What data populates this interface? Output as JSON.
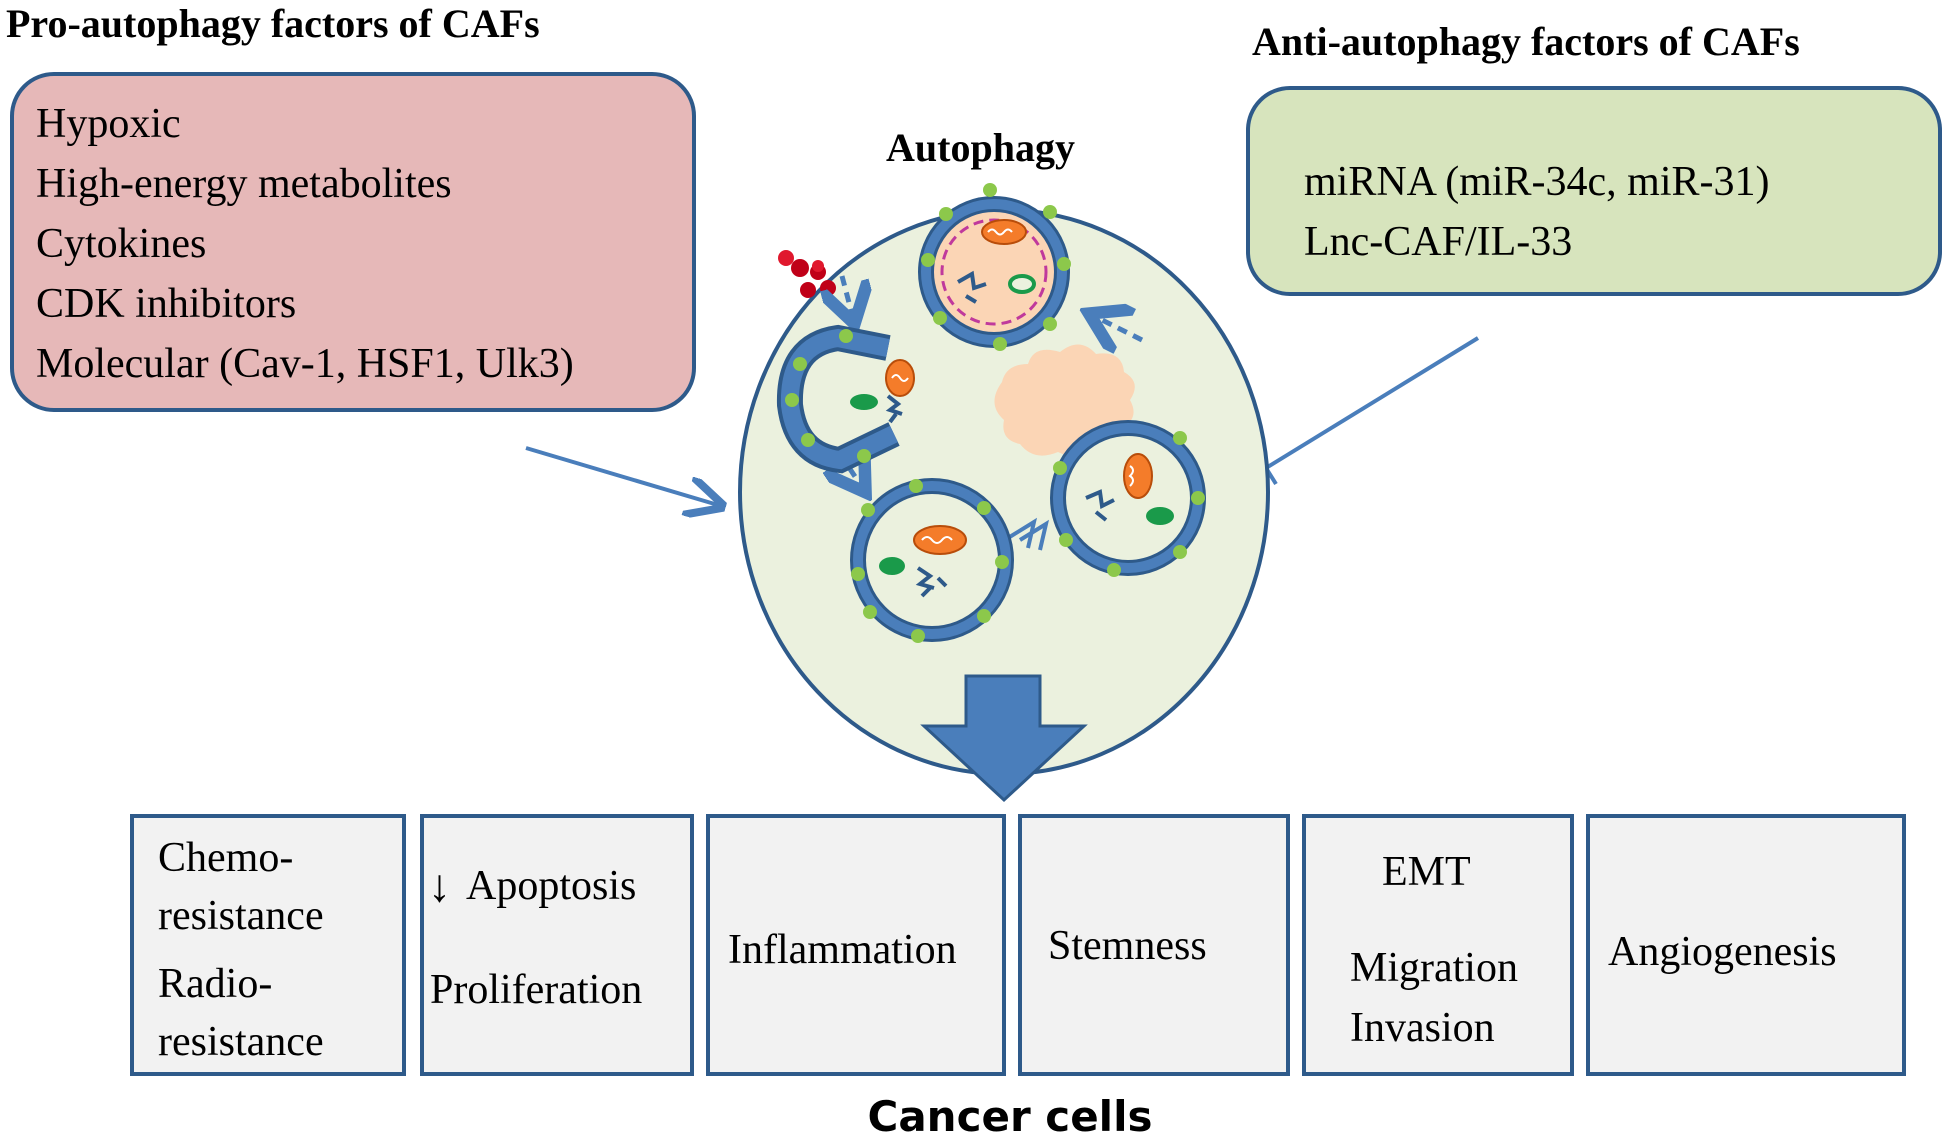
{
  "pro_factors": {
    "title": "Pro-autophagy factors of CAFs",
    "items": [
      "Hypoxic",
      "High-energy metabolites",
      "Cytokines",
      "CDK inhibitors",
      "Molecular (Cav-1, HSF1, Ulk3)"
    ]
  },
  "anti_factors": {
    "title": "Anti-autophagy factors of CAFs",
    "items": [
      "miRNA (miR-34c, miR-31)",
      "Lnc-CAF/IL-33"
    ]
  },
  "autophagy": {
    "label": "Autophagy"
  },
  "cancer_cells": {
    "label": "Cancer cells",
    "effects": {
      "resistance": {
        "line1": "Chemo-",
        "line2": "resistance",
        "line3": "Radio-",
        "line4": "resistance"
      },
      "apoptosis": {
        "arrow": "↓",
        "line1": "Apoptosis",
        "line2": "Proliferation"
      },
      "inflammation": {
        "line1": "Inflammation"
      },
      "stemness": {
        "line1": "Stemness"
      },
      "emt": {
        "line1": "EMT",
        "line2": "Migration",
        "line3": "Invasion"
      },
      "angiogenesis": {
        "line1": "Angiogenesis"
      }
    }
  },
  "colors": {
    "pro_box": "#e6b8b8",
    "anti_box": "#d7e4bd",
    "cell": "#ebf1de",
    "border": "#2e5a8a",
    "arrow": "#4a7ebb",
    "vesicle_dot": "#8cc84b",
    "mitochondria": "#f47c2a",
    "nucleus": "#fbd5b5"
  }
}
